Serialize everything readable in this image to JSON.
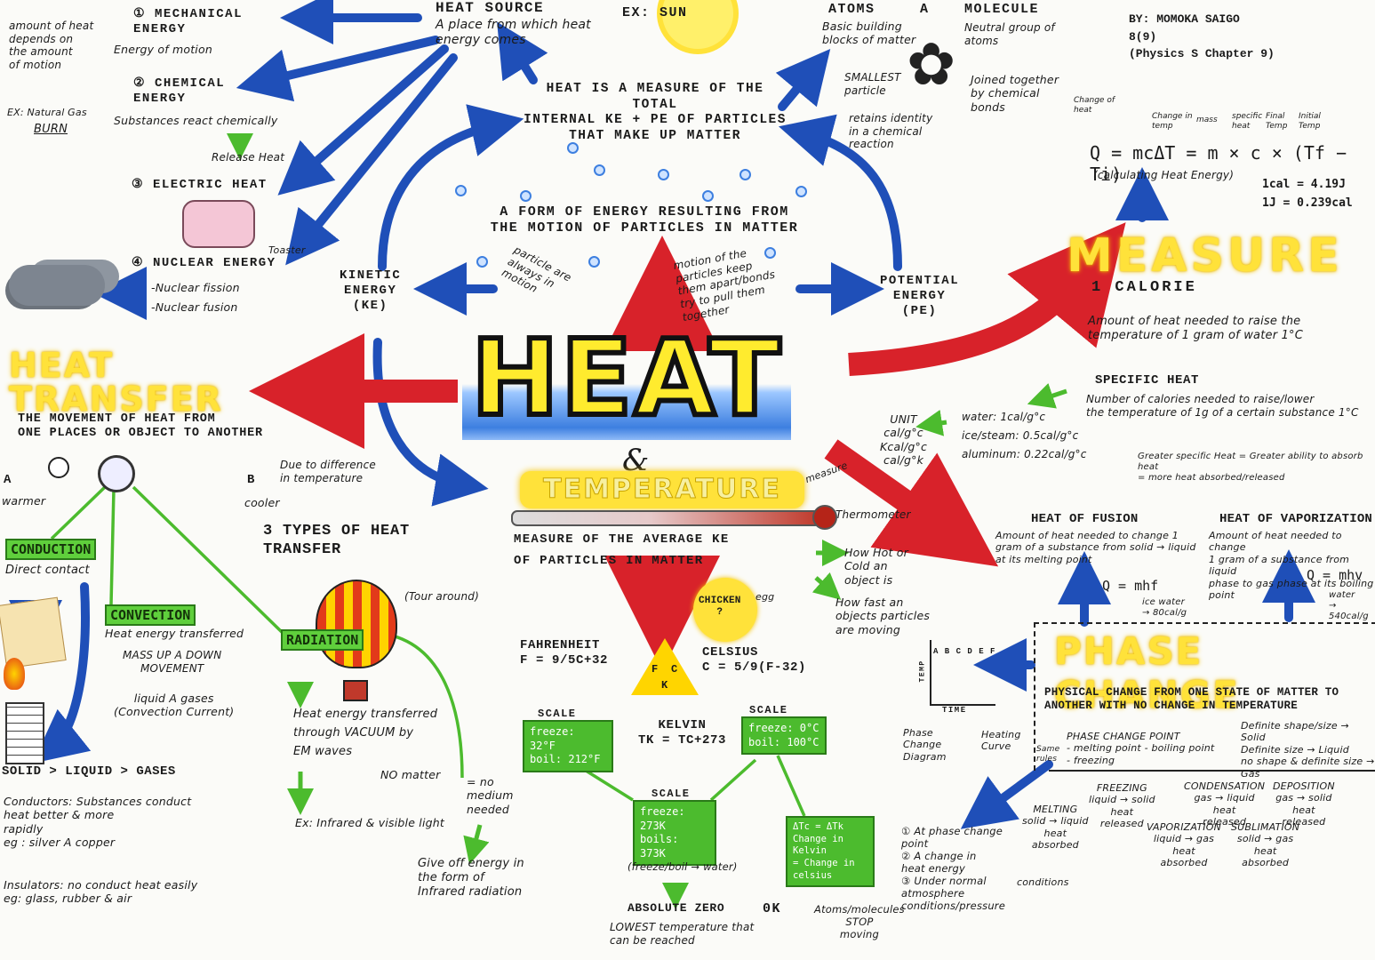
{
  "nodes": {
    "heat_title": "HEAT",
    "amp": "&",
    "temperature_title": "TEMPERATURE",
    "heat_definition": "HEAT IS A MEASURE OF THE\nTOTAL\nINTERNAL KE + PE OF PARTICLES\nTHAT MAKE UP MATTER",
    "energy_form": "A FORM OF ENERGY RESULTING FROM\nTHE MOTION OF PARTICLES IN MATTER",
    "particles_motion": "particle are\nalways in\nmotion",
    "motion_keep": "motion of the\nparticles keep\nthem apart/bonds\ntry to pull them\ntogether",
    "kinetic": "KINETIC\nENERGY\n(KE)",
    "potential": "POTENTIAL\nENERGY\n(PE)",
    "heat_source": "HEAT SOURCE",
    "ex_sun": "EX: SUN",
    "heat_source_def": "A place from which heat\nenergy comes",
    "atoms": "ATOMS",
    "atoms_a": "A",
    "atoms_def": "Basic building\nblocks of matter",
    "smallest": "SMALLEST\nparticle",
    "retains": "retains identity\nin a chemical\nreaction",
    "molecule": "MOLECULE",
    "molecule_def": "Neutral group of\natoms",
    "joined": "Joined together\nby chemical\nbonds",
    "author": "BY: MOMOKA SAIGO\n8(9)\n(Physics S Chapter 9)"
  },
  "energy_types": {
    "mechanical": "① MECHANICAL\nENERGY",
    "mechanical_def": "Energy of motion",
    "amount_heat": "amount of heat\ndepends on\nthe amount\nof motion",
    "chemical": "② CHEMICAL\nENERGY",
    "chemical_def": "Substances react chemically",
    "release_heat": "Release Heat",
    "natural_gas": "EX: Natural Gas",
    "burn": "BURN",
    "electric": "③ ELECTRIC HEAT",
    "toaster": "Toaster",
    "nuclear": "④ NUCLEAR ENERGY",
    "nuclear_fission": "-Nuclear fission",
    "nuclear_fusion": "-Nuclear fusion"
  },
  "transfer": {
    "title": "HEAT TRANSFER",
    "def": "THE MOVEMENT OF HEAT FROM\nONE PLACES OR OBJECT TO ANOTHER",
    "a_label": "A",
    "b_label": "B",
    "warmer": "warmer",
    "cooler": "cooler",
    "due_to": "Due to difference\nin temperature",
    "three_types": "3 TYPES OF HEAT\nTRANSFER",
    "conduction": "CONDUCTION",
    "conduction_def": "Direct contact",
    "convection": "CONVECTION",
    "convection_def": "Heat energy transferred",
    "mass_up": "MASS UP A DOWN\nMOVEMENT",
    "liquid_gases": "liquid A gases\n(Convection Current)",
    "radiation": "RADIATION",
    "tour_around": "(Tour around)",
    "radiation_def": "Heat energy transferred\nthrough VACUUM by\nEM waves",
    "no_matter": "NO matter",
    "no_medium": "= no\nmedium\nneeded",
    "ex_infrared": "Ex: Infrared & visible light",
    "give_off": "Give off energy in\nthe form of\nInfrared radiation",
    "solid_order": "SOLID > LIQUID > GASES",
    "conductors": "Conductors: Substances conduct\nheat better & more\nrapidly\neg : silver A copper",
    "insulators": "Insulators: no conduct heat easily\neg: glass, rubber & air"
  },
  "temperature": {
    "def": "MEASURE OF THE AVERAGE KE\nOF PARTICLES IN MATTER",
    "measure": "measure",
    "thermometer": "Thermometer",
    "how_hot": "How Hot or\nCold an\nobject is",
    "how_fast": "How fast an\nobjects particles\nare moving",
    "chicken": "CHICKEN\n?",
    "egg": "egg",
    "tri_f": "F",
    "tri_c": "C",
    "tri_k": "K",
    "fahrenheit": "FAHRENHEIT\nF = 9/5C+32",
    "celsius": "CELSIUS\nC = 5/9(F-32)",
    "kelvin": "KELVIN\nTk = Tc+273",
    "scale_lbl": "SCALE",
    "f_scale": "freeze: 32°F\nboil: 212°F",
    "c_scale": "freeze: 0°C\nboil: 100°C",
    "k_scale": "freeze: 273K\nboils: 373K",
    "freeze_boil": "(freeze/boil → water)",
    "delta": "ΔTc = ΔTk\nChange in Kelvin\n= Change in celsius",
    "absolute_zero": "ABSOLUTE ZERO",
    "zero_k": "0K",
    "atoms_stop": "Atoms/molecules\nSTOP\nmoving",
    "lowest": "LOWEST temperature that\ncan be reached"
  },
  "measure": {
    "title": "MEASURE",
    "calorie": "1 CALORIE",
    "calorie_def": "Amount of heat needed to raise the\ntemperature of 1 gram of water 1°C",
    "specific_heat": "SPECIFIC HEAT",
    "specific_def": "Number of calories needed to raise/lower\nthe temperature of 1g of a certain substance 1°C",
    "units": "UNIT\ncal/g°c\nKcal/g°c\ncal/g°k",
    "water": "water: 1cal/g°c",
    "ice_steam": "ice/steam: 0.5cal/g°c",
    "aluminum": "aluminum: 0.22cal/g°c",
    "greater": "Greater specific Heat = Greater ability to absorb heat\n= more heat absorbed/released",
    "formula": "Q = mcΔT = m × c × (Tf − Ti)",
    "formula_caption": "(calculating Heat Energy)",
    "labels": [
      "Change of\nheat",
      "Change in\ntemp",
      "mass",
      "specific\nheat",
      "Final\nTemp",
      "Initial\nTemp"
    ],
    "conversion": "1cal = 4.19J\n1J = 0.239cal"
  },
  "phase": {
    "title": "PHASE CHANGE",
    "def": "PHYSICAL CHANGE FROM ONE STATE OF MATTER TO\nANOTHER WITH NO CHANGE IN TEMPERATURE",
    "fusion_title": "HEAT OF FUSION",
    "fusion_def": "Amount of heat needed to change 1\ngram of a substance from solid → liquid\nat its melting point",
    "fusion_formula": "Q = mhf",
    "fusion_note": "ice water\n→ 80cal/g",
    "vap_title": "HEAT OF VAPORIZATION",
    "vap_def": "Amount of heat needed to change\n1 gram of a substance from liquid\nphase to gas phase at its boiling point",
    "vap_formula": "Q = mhv",
    "vap_note": "water\n→ 540cal/g",
    "graph_temp": "TEMP",
    "graph_time": "TIME",
    "graph_points": "A  B  C  D  E  F",
    "phase_diagram": "Phase\nChange\nDiagram",
    "heating_curve": "Heating\nCurve",
    "same_rules": "Same\nrules",
    "phase_point": "PHASE CHANGE POINT\n- melting point - boiling point\n- freezing",
    "definite": "Definite shape/size → Solid\nDefinite size → Liquid\nno shape & definite size → Gas",
    "melting": "MELTING\nsolid → liquid\nheat\nabsorbed",
    "freezing": "FREEZING\nliquid → solid\nheat\nreleased",
    "condensation": "CONDENSATION\ngas → liquid\nheat\nreleased",
    "vaporization": "VAPORIZATION\nliquid → gas\nheat\nabsorbed",
    "deposition": "DEPOSITION\ngas → solid\nheat\nreleased",
    "sublimation": "SUBLIMATION\nsolid → gas\nheat\nabsorbed",
    "at_phase": "① At phase change\npoint\n② A change in\nheat energy\n③ Under normal\natmosphere\nconditions/pressure",
    "conditions": "conditions"
  },
  "colors": {
    "blue_arrow": "#1f4fb8",
    "red_arrow": "#d8222a",
    "green_arrow": "#4cbb2e",
    "yellow": "#ffe23a"
  }
}
